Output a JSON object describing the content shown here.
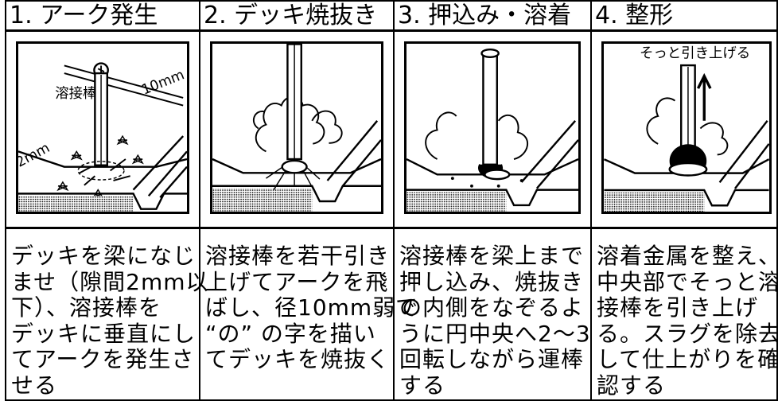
{
  "steps": [
    {
      "title": "1. アーク発生",
      "labels": {
        "rod": "溶接棒",
        "dim_gap": "2mm",
        "dim_width": "10mm"
      },
      "description_lines": [
        "デッキを梁になじ",
        "ませ（隙間2mm以",
        "下）、溶接棒を",
        "デッキに垂直にし",
        "てアークを発生さ",
        "せる"
      ]
    },
    {
      "title": "2. デッキ焼抜き",
      "description_lines": [
        "溶接棒を若干引き",
        "上げてアークを飛",
        "ばし、径10mm弱で",
        "“の” の字を描い",
        "てデッキを焼抜く"
      ]
    },
    {
      "title": "3. 押込み・溶着",
      "description_lines": [
        "溶接棒を梁上まで",
        "押し込み、焼抜き",
        "の内側をなぞるよ",
        "うに円中央へ2〜3",
        "回転しながら運棒",
        "する"
      ]
    },
    {
      "title": "4. 整形",
      "labels": {
        "pull": "そっと引き上げる"
      },
      "description_lines": [
        "溶着金属を整え、",
        "中央部でそっと溶",
        "接棒を引き上げ",
        "る。スラグを除去",
        "して仕上がりを確",
        "認する"
      ]
    }
  ]
}
